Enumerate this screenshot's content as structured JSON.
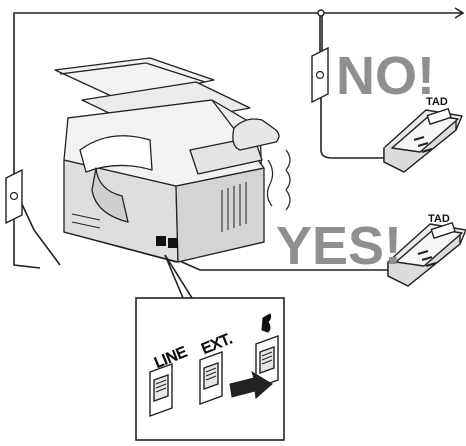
{
  "labels": {
    "no": "NO!",
    "yes": "YES!",
    "tad_top": "TAD",
    "tad_bottom": "TAD"
  },
  "jacks": {
    "line": "LINE",
    "ext": "EXT."
  },
  "colors": {
    "big_text": "#8f8f8f",
    "line": "#222222",
    "device": "#eaeaea"
  }
}
